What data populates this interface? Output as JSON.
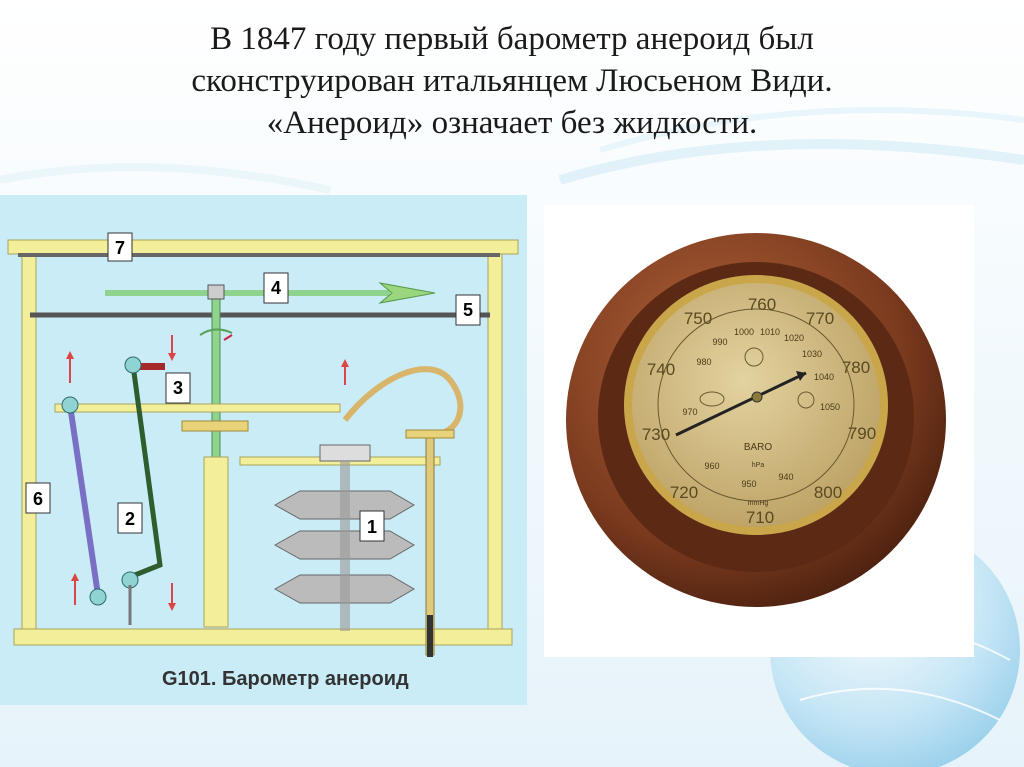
{
  "title": {
    "line1": "В  1847 году первый барометр анероид был",
    "line2": "сконструирован итальянцем Люсьеном Види.",
    "line3": "«Анероид» означает без жидкости."
  },
  "diagram": {
    "caption": "G101. Барометр анероид",
    "labels": [
      "1",
      "2",
      "3",
      "4",
      "5",
      "6",
      "7"
    ]
  },
  "barometer": {
    "dial_numbers": [
      "710",
      "720",
      "730",
      "740",
      "750",
      "760",
      "770",
      "780",
      "790",
      "800"
    ],
    "inner_numbers": [
      "950",
      "960",
      "970",
      "980",
      "990",
      "1000",
      "1010",
      "1020",
      "1030",
      "1040",
      "1050",
      "940"
    ],
    "center_label": "BARO",
    "unit_label": "hPa",
    "unit_label2": "mmHg"
  },
  "colors": {
    "diagram_bg": "#c9ecf7",
    "frame_yellow": "#f3ee9a",
    "wood": "#7a3a1e",
    "dial_gold": "#c8b177"
  }
}
